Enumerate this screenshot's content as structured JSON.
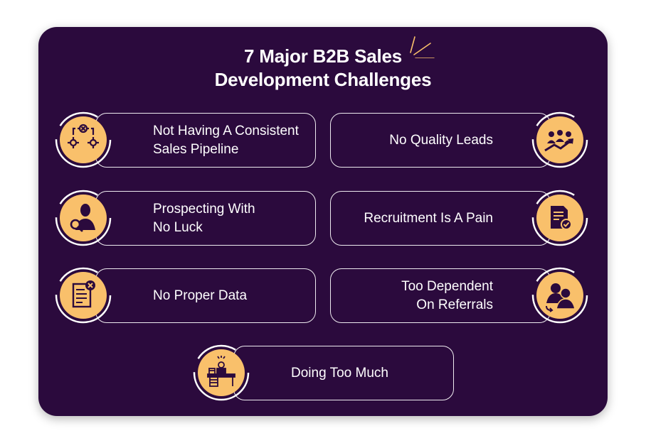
{
  "header": {
    "title_line1": "7 Major B2B Sales",
    "title_line2": "Development Challenges"
  },
  "colors": {
    "panel": "#2b0a3d",
    "badge": "#f9c06b",
    "icon": "#2b0a3d",
    "text": "#ffffff",
    "accent": "#f9c06b"
  },
  "challenges": [
    {
      "line1": "Not Having A Consistent",
      "line2": "Sales Pipeline",
      "icon": "pipeline-gears-icon"
    },
    {
      "line1": "No Quality Leads",
      "line2": "",
      "icon": "leads-growth-icon"
    },
    {
      "line1": "Prospecting With",
      "line2": "No Luck",
      "icon": "person-search-icon"
    },
    {
      "line1": "Recruitment Is A Pain",
      "line2": "",
      "icon": "document-check-icon"
    },
    {
      "line1": "No Proper Data",
      "line2": "",
      "icon": "document-error-icon"
    },
    {
      "line1": "Too Dependent",
      "line2": "On Referrals",
      "icon": "referral-people-icon"
    },
    {
      "line1": "Doing Too Much",
      "line2": "",
      "icon": "busy-desk-icon"
    }
  ]
}
